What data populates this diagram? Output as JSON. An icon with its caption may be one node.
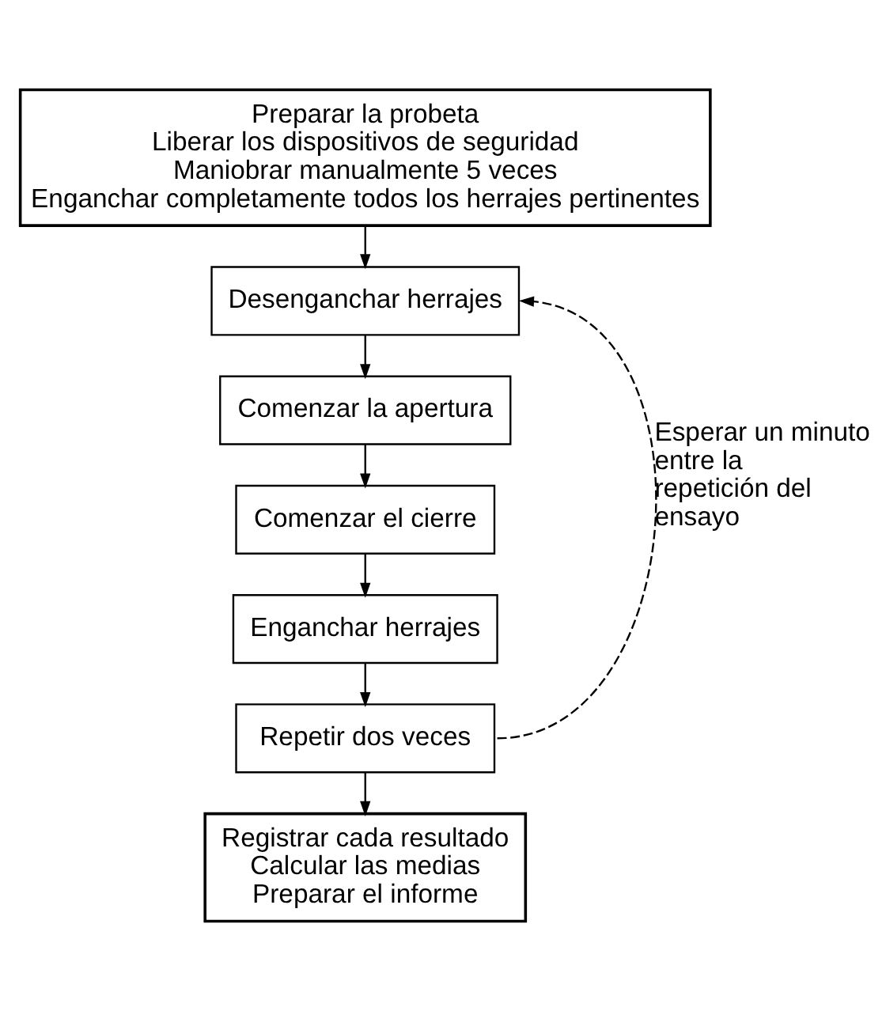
{
  "diagram": {
    "nodes": [
      {
        "text": [
          "Preparar la probeta",
          "Liberar los dispositivos de seguridad",
          "Maniobrar manualmente 5 veces",
          "Enganchar completamente todos los herrajes pertinentes"
        ]
      },
      {
        "text": [
          "Desenganchar herrajes"
        ]
      },
      {
        "text": [
          "Comenzar la apertura"
        ]
      },
      {
        "text": [
          "Comenzar el cierre"
        ]
      },
      {
        "text": [
          "Enganchar herrajes"
        ]
      },
      {
        "text": [
          "Repetir dos veces"
        ]
      },
      {
        "text": [
          "Registrar cada resultado",
          "Calcular las medias",
          "Preparar el informe"
        ]
      }
    ],
    "edges": [
      {
        "from": 0,
        "to": 1,
        "arrow": "to"
      },
      {
        "from": 1,
        "to": 2,
        "arrow": "to"
      },
      {
        "from": 2,
        "to": 3,
        "arrow": "to"
      },
      {
        "from": 3,
        "to": 4,
        "arrow": "to"
      },
      {
        "from": 4,
        "to": 5,
        "arrow": "to"
      },
      {
        "from": 5,
        "to": 6,
        "arrow": "to"
      },
      {
        "from": 5,
        "to": 1,
        "arrow": "to",
        "style": "dashed",
        "label": "Esperar un minuto entre la repetición del ensayo"
      }
    ]
  }
}
